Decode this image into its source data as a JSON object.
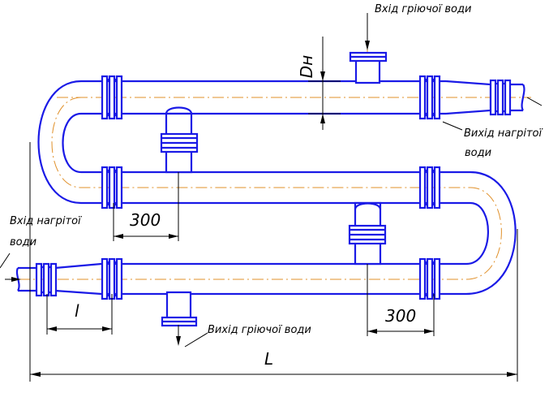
{
  "labels": {
    "inlet_heating_water_top": "Вхід гріючої води",
    "outlet_heated_water_line1": "Вихід нагрітої",
    "outlet_heated_water_line2": "води",
    "inlet_heated_water_line1": "Вхід нагрітої",
    "inlet_heated_water_line2": "води",
    "outlet_heating_water_bottom": "Вихід гріючої води"
  },
  "dimensions": {
    "diameter": "Dн",
    "spacing_left": "300",
    "spacing_right": "300",
    "length_short": "l",
    "length_total": "L"
  },
  "colors": {
    "pipe": "#1a1ae6",
    "axis": "#e0902a",
    "dimension": "#000000"
  }
}
